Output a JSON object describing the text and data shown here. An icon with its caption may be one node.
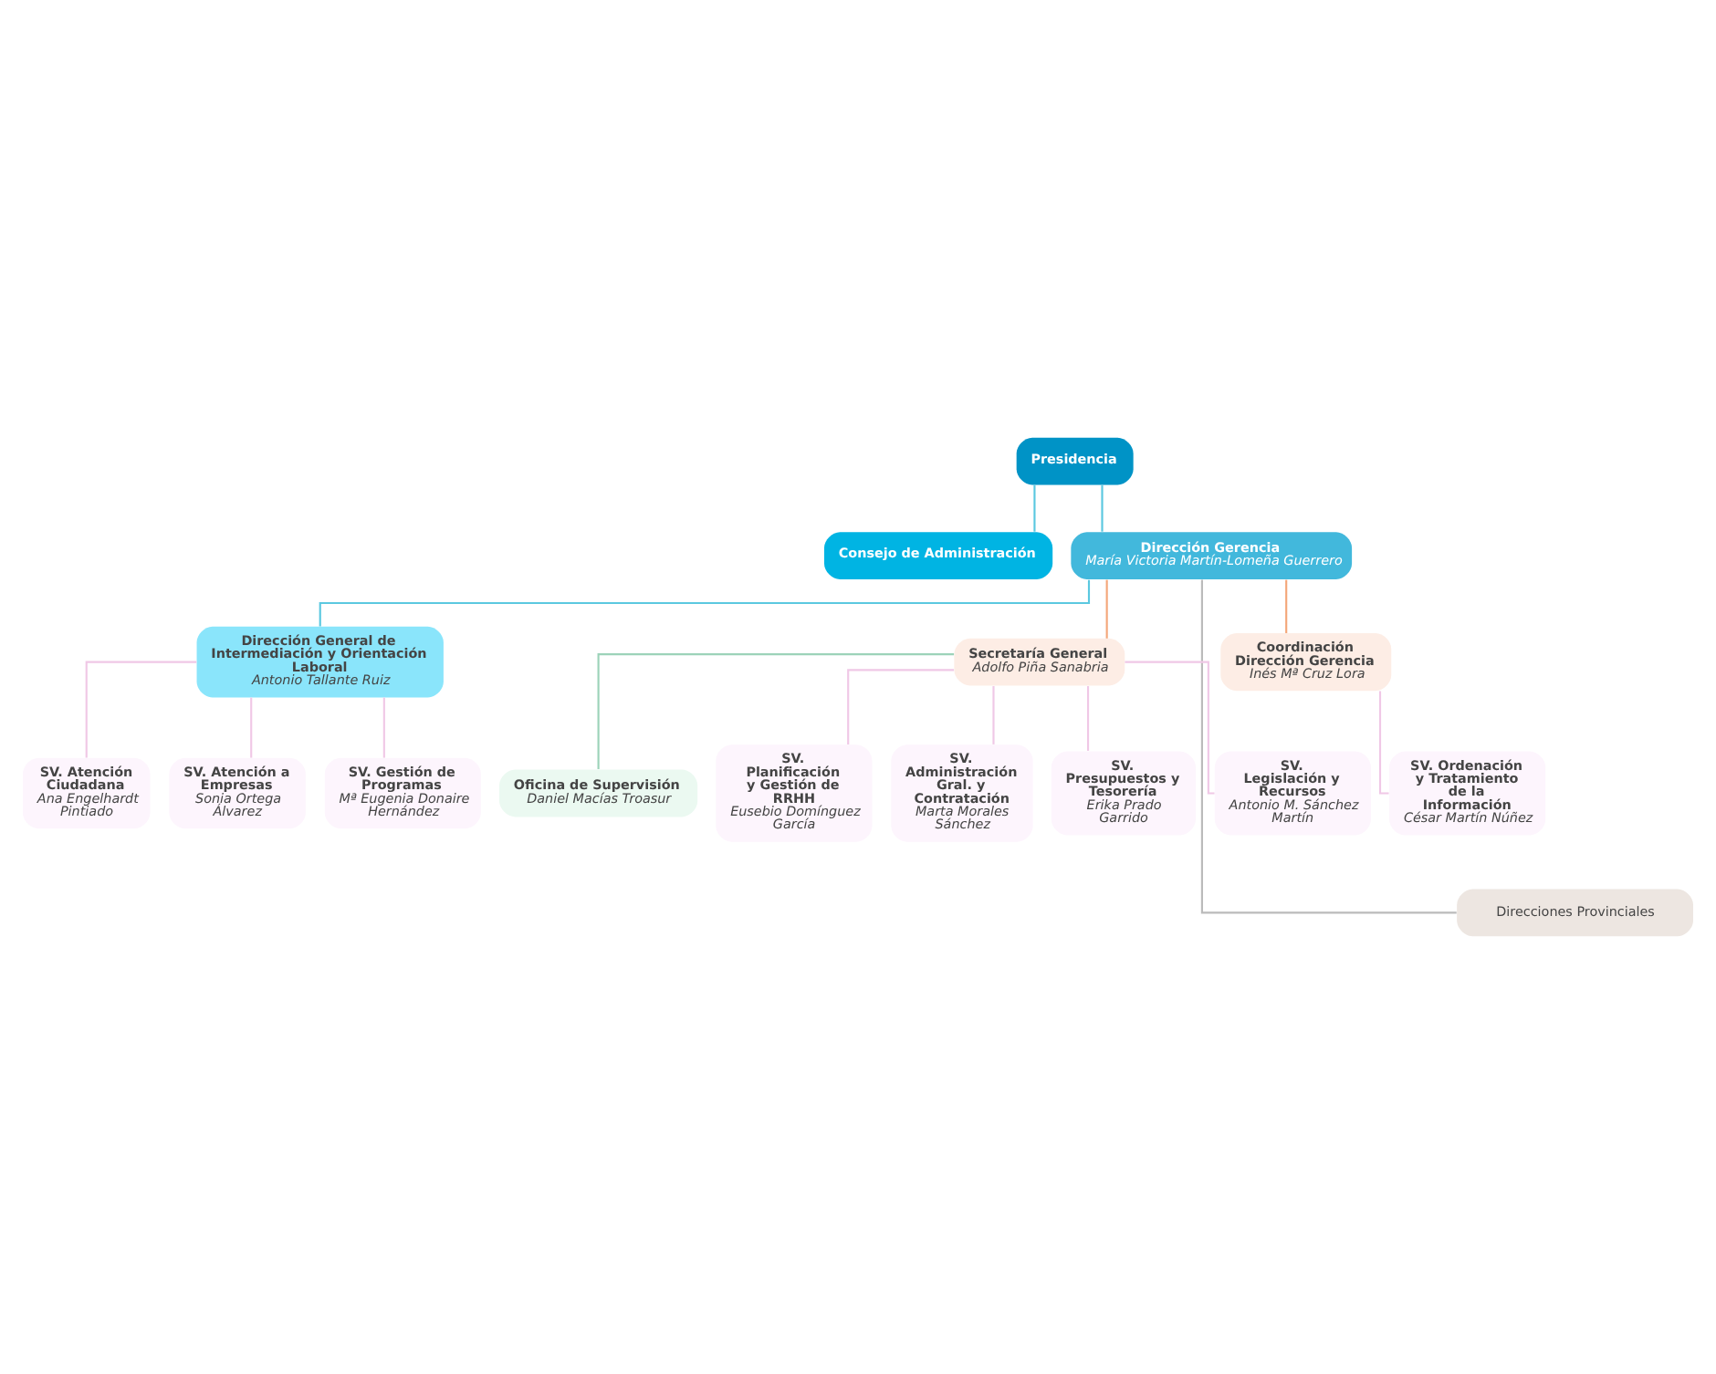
{
  "diagram": {
    "nodes": [
      {
        "text": [
          "Presidencia"
        ]
      },
      {
        "text": [
          "Consejo de Administración"
        ]
      },
      {
        "text": [
          "Dirección Gerencia",
          "María Victoria Martín-Lomeña Guerrero"
        ]
      },
      {
        "text": [
          "Dirección General de Intermediación y Orientación Laboral",
          "Antonio Tallante Ruiz"
        ]
      },
      {
        "text": [
          "Secretaría General",
          "Adolfo Piña Sanabria"
        ]
      },
      {
        "text": [
          "Coordinación Dirección Gerencia",
          "Inés Mª Cruz Lora"
        ]
      },
      {
        "text": [
          "Oficina de Supervisión",
          "Daniel Macías Troasur"
        ]
      },
      {
        "text": [
          "SV. Planificación y Gestión de RRHH",
          "Eusebio Domínguez García"
        ]
      },
      {
        "text": [
          "SV. Administración Gral. y Contratación",
          "Marta Morales Sánchez"
        ]
      },
      {
        "text": [
          "SV. Presupuestos y Tesorería",
          "Erika Prado Garrido"
        ]
      },
      {
        "text": [
          "SV. Legislación y Recursos",
          "Antonio M. Sánchez Martín"
        ]
      },
      {
        "text": [
          "SV. Ordenación y Tratamiento de la Información",
          "César Martín Núñez"
        ]
      },
      {
        "text": [
          "SV. Atención Ciudadana",
          "Ana Engelhardt Pintiado"
        ]
      },
      {
        "text": [
          "SV. Atención a Empresas",
          "Sonia Ortega Álvarez"
        ]
      },
      {
        "text": [
          "SV. Gestión de Programas",
          "Mª Eugenia Donaire Hernández"
        ]
      },
      {
        "text": [
          "Direcciones Provinciales"
        ]
      }
    ],
    "edges": [
      {
        "from": 0,
        "to": 1,
        "arrow": "none",
        "color": "#5bc8e0"
      },
      {
        "from": 0,
        "to": 2,
        "arrow": "none",
        "color": "#5bc8e0"
      },
      {
        "from": 2,
        "to": 3,
        "arrow": "none",
        "color": "#5bc8e0"
      },
      {
        "from": 2,
        "to": 4,
        "arrow": "none",
        "color": "#f4a77a"
      },
      {
        "from": 2,
        "to": 5,
        "arrow": "none",
        "color": "#f4a77a"
      },
      {
        "from": 4,
        "to": 6,
        "arrow": "none",
        "color": "#9dd3b9"
      },
      {
        "from": 4,
        "to": 7,
        "arrow": "none"
      },
      {
        "from": 4,
        "to": 8,
        "arrow": "none"
      },
      {
        "from": 4,
        "to": 9,
        "arrow": "none"
      },
      {
        "from": 4,
        "to": 10,
        "arrow": "none"
      },
      {
        "from": 5,
        "to": 11,
        "arrow": "none"
      },
      {
        "from": 3,
        "to": 12,
        "arrow": "none"
      },
      {
        "from": 3,
        "to": 13,
        "arrow": "none"
      },
      {
        "from": 3,
        "to": 14,
        "arrow": "none"
      },
      {
        "from": 2,
        "to": 15,
        "arrow": "none",
        "color": "#bbbbbb"
      }
    ]
  }
}
